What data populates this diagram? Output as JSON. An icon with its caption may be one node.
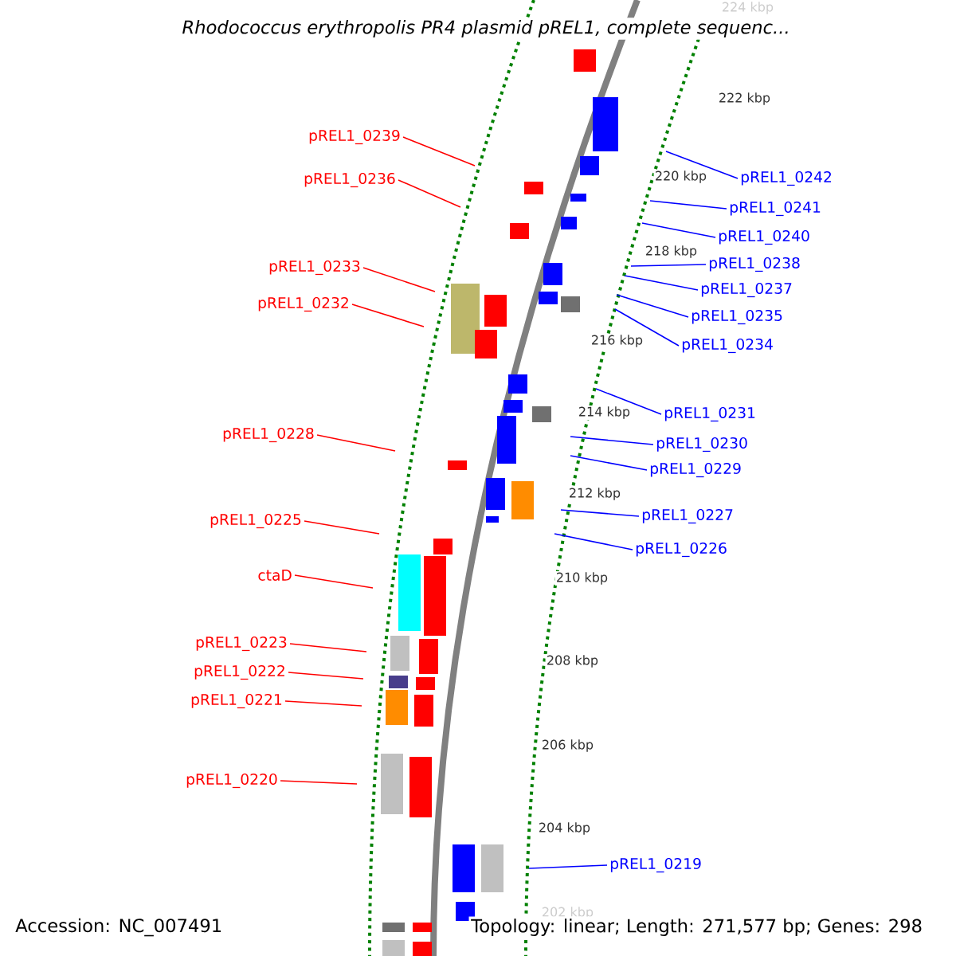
{
  "diagram": {
    "title": "Rhodococcus erythropolis PR4 plasmid pREL1, complete sequenc...",
    "nodes": [
      {
        "text": [
          "pREL1_0239"
        ]
      },
      {
        "text": [
          "pREL1_0236"
        ]
      },
      {
        "text": [
          "pREL1_0233"
        ]
      },
      {
        "text": [
          "pREL1_0232"
        ]
      },
      {
        "text": [
          "pREL1_0228"
        ]
      },
      {
        "text": [
          "pREL1_0225"
        ]
      },
      {
        "text": [
          "ctaD"
        ]
      },
      {
        "text": [
          "pREL1_0223"
        ]
      },
      {
        "text": [
          "pREL1_0222"
        ]
      },
      {
        "text": [
          "pREL1_0221"
        ]
      },
      {
        "text": [
          "pREL1_0220"
        ]
      },
      {
        "text": [
          "pREL1_0242"
        ]
      },
      {
        "text": [
          "pREL1_0241"
        ]
      },
      {
        "text": [
          "pREL1_0240"
        ]
      },
      {
        "text": [
          "pREL1_0238"
        ]
      },
      {
        "text": [
          "pREL1_0237"
        ]
      },
      {
        "text": [
          "pREL1_0235"
        ]
      },
      {
        "text": [
          "pREL1_0234"
        ]
      },
      {
        "text": [
          "pREL1_0231"
        ]
      },
      {
        "text": [
          "pREL1_0230"
        ]
      },
      {
        "text": [
          "pREL1_0229"
        ]
      },
      {
        "text": [
          "pREL1_0227"
        ]
      },
      {
        "text": [
          "pREL1_0226"
        ]
      },
      {
        "text": [
          "pREL1_0219"
        ]
      }
    ],
    "edges": [
      {
        "from": 0,
        "to": null,
        "arrow": "none",
        "color": "#ff0000"
      },
      {
        "from": 1,
        "to": null,
        "arrow": "none",
        "color": "#ff0000"
      },
      {
        "from": 2,
        "to": null,
        "arrow": "none",
        "color": "#ff0000"
      },
      {
        "from": 3,
        "to": null,
        "arrow": "none",
        "color": "#ff0000"
      },
      {
        "from": 4,
        "to": null,
        "arrow": "none",
        "color": "#ff0000"
      },
      {
        "from": 5,
        "to": null,
        "arrow": "none",
        "color": "#ff0000"
      },
      {
        "from": 6,
        "to": null,
        "arrow": "none",
        "color": "#ff0000"
      },
      {
        "from": 7,
        "to": null,
        "arrow": "none",
        "color": "#ff0000"
      },
      {
        "from": 8,
        "to": null,
        "arrow": "none",
        "color": "#ff0000"
      },
      {
        "from": 9,
        "to": null,
        "arrow": "none",
        "color": "#ff0000"
      },
      {
        "from": 10,
        "to": null,
        "arrow": "none",
        "color": "#ff0000"
      },
      {
        "from": 11,
        "to": null,
        "arrow": "none",
        "color": "#0000ff"
      },
      {
        "from": 12,
        "to": null,
        "arrow": "none",
        "color": "#0000ff"
      },
      {
        "from": 13,
        "to": null,
        "arrow": "none",
        "color": "#0000ff"
      },
      {
        "from": 14,
        "to": null,
        "arrow": "none",
        "color": "#0000ff"
      },
      {
        "from": 15,
        "to": null,
        "arrow": "none",
        "color": "#0000ff"
      },
      {
        "from": 16,
        "to": null,
        "arrow": "none",
        "color": "#0000ff"
      },
      {
        "from": 17,
        "to": null,
        "arrow": "none",
        "color": "#0000ff"
      },
      {
        "from": 18,
        "to": null,
        "arrow": "none",
        "color": "#0000ff"
      },
      {
        "from": 19,
        "to": null,
        "arrow": "none",
        "color": "#0000ff"
      },
      {
        "from": 20,
        "to": null,
        "arrow": "none",
        "color": "#0000ff"
      },
      {
        "from": 21,
        "to": null,
        "arrow": "none",
        "color": "#0000ff"
      },
      {
        "from": 22,
        "to": null,
        "arrow": "none",
        "color": "#0000ff"
      },
      {
        "from": 23,
        "to": null,
        "arrow": "none",
        "color": "#0000ff"
      }
    ],
    "labels": [
      "224 kbp",
      "222 kbp",
      "220 kbp",
      "218 kbp",
      "216 kbp",
      "214 kbp",
      "212 kbp",
      "210 kbp",
      "208 kbp",
      "206 kbp",
      "204 kbp",
      "202 kbp",
      "Accession: NC_007491",
      "Topology: linear; Length: 271,577 bp; Genes: 298"
    ]
  }
}
